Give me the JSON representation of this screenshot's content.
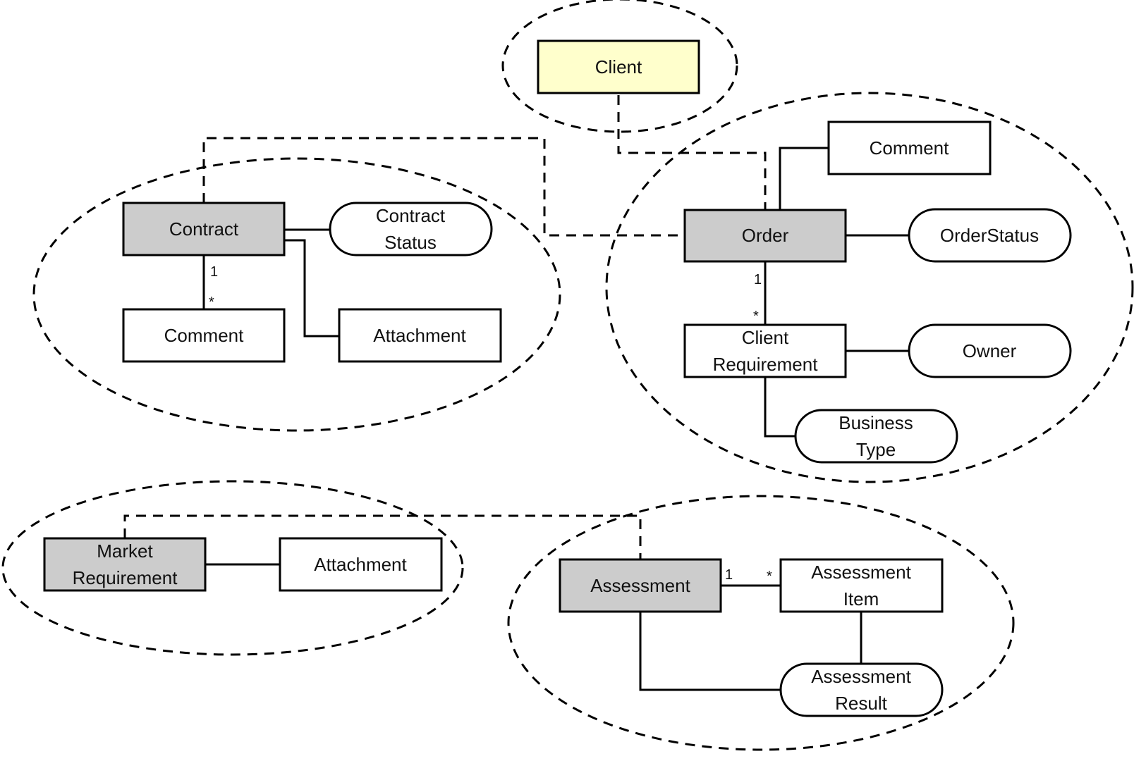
{
  "nodes": {
    "client": {
      "label": "Client"
    },
    "contract": {
      "label": "Contract"
    },
    "contract_status": {
      "line1": "Contract",
      "line2": "Status"
    },
    "contract_comment": {
      "label": "Comment"
    },
    "contract_attachment": {
      "label": "Attachment"
    },
    "order": {
      "label": "Order"
    },
    "order_comment": {
      "label": "Comment"
    },
    "order_status": {
      "label": "OrderStatus"
    },
    "client_requirement": {
      "line1": "Client",
      "line2": "Requirement"
    },
    "owner": {
      "label": "Owner"
    },
    "business_type": {
      "line1": "Business",
      "line2": "Type"
    },
    "market_requirement": {
      "line1": "Market",
      "line2": "Requirement"
    },
    "market_attachment": {
      "label": "Attachment"
    },
    "assessment": {
      "label": "Assessment"
    },
    "assessment_item": {
      "line1": "Assessment",
      "line2": "Item"
    },
    "assessment_result": {
      "line1": "Assessment",
      "line2": "Result"
    }
  },
  "multiplicities": {
    "contract_comment": {
      "source": "1",
      "target": "*"
    },
    "order_requirement": {
      "source": "1",
      "target": "*"
    },
    "assessment_item": {
      "source": "1",
      "target": "*"
    }
  },
  "colors": {
    "aggregate_fill": "#cccccc",
    "root_fill": "#ffffcc",
    "entity_fill": "#ffffff"
  }
}
